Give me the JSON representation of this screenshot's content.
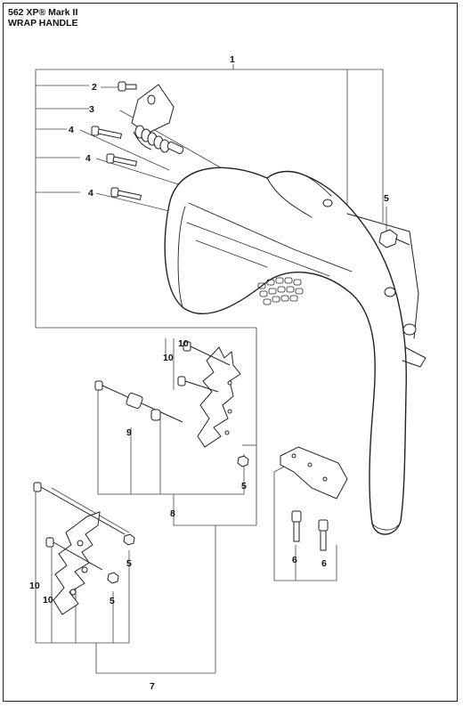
{
  "header": {
    "model": "562 XP® Mark II",
    "title": "WRAP HANDLE"
  },
  "callouts": {
    "c1": "1",
    "c2": "2",
    "c3": "3",
    "c4": "4",
    "c5": "5",
    "c6": "6",
    "c7": "7",
    "c8": "8",
    "c9": "9",
    "c10": "10"
  },
  "colors": {
    "line": "#222222",
    "leader": "#555555",
    "fill": "#ffffff"
  }
}
